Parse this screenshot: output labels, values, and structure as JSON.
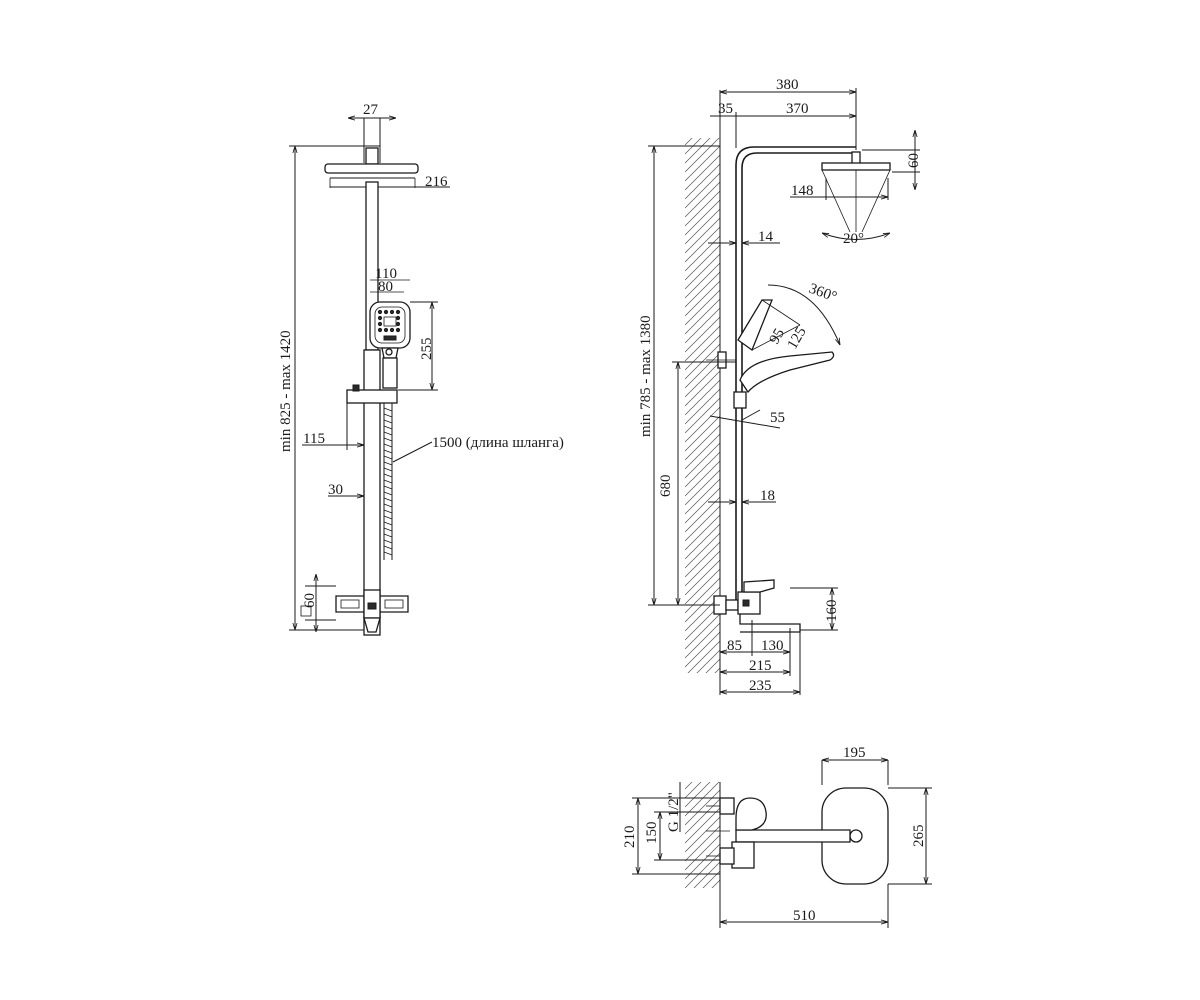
{
  "front_view": {
    "top_width": "27",
    "head_diameter": "216",
    "hand_shower_width": "110",
    "hand_shower_face": "80",
    "hand_shower_height": "255",
    "height_range": "min 825 - max 1420",
    "holder_offset": "115",
    "hose_length": "1500 (длина шланга)",
    "rod_diameter": "30",
    "mixer_height": "60"
  },
  "side_view": {
    "total_reach": "380",
    "wall_offset": "35",
    "arm_length": "370",
    "head_height": "60",
    "head_size": "148",
    "spray_angle": "20°",
    "upper_tube": "14",
    "rotation": "360°",
    "hand_face": "95",
    "hand_length": "125",
    "height_range": "min 785 - max 1380",
    "holder_angle": "55",
    "outlet_height": "680",
    "lower_tube": "18",
    "mixer_height": "160",
    "spout_base": "85",
    "spout_length": "130",
    "spout_reach": "215",
    "total_depth": "235"
  },
  "top_view": {
    "head_width": "195",
    "head_depth": "265",
    "outlet_spacing": "210",
    "connector_spacing": "150",
    "thread": "G 1/2\"",
    "total_length": "510"
  },
  "colors": {
    "line": "#1a1a1a",
    "paper": "#ffffff"
  }
}
